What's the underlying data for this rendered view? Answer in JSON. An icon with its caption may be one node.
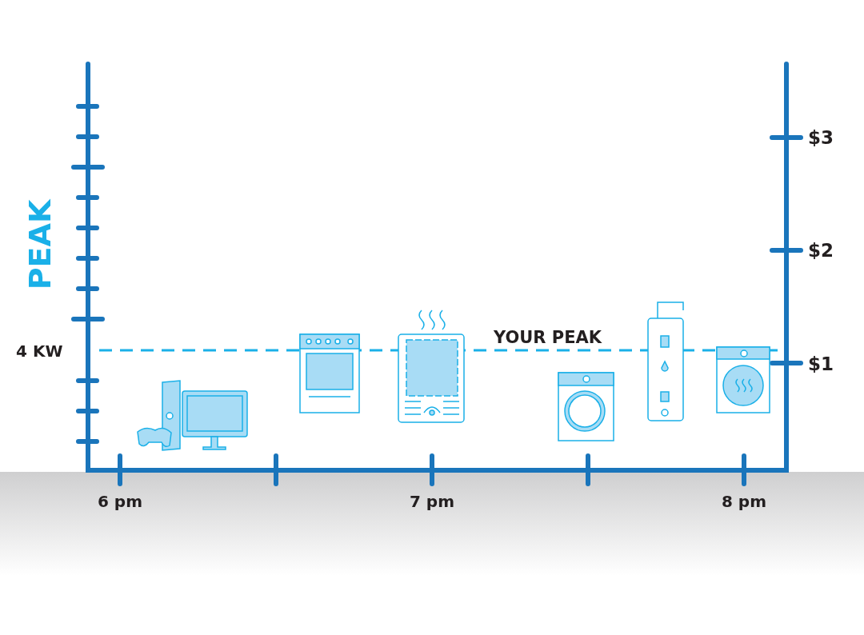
{
  "diagram": {
    "labels": [
      "PEAK",
      "4 KW",
      "YOUR PEAK",
      "$3",
      "$2",
      "$1",
      "6 pm",
      "7 pm",
      "8 pm"
    ]
  }
}
